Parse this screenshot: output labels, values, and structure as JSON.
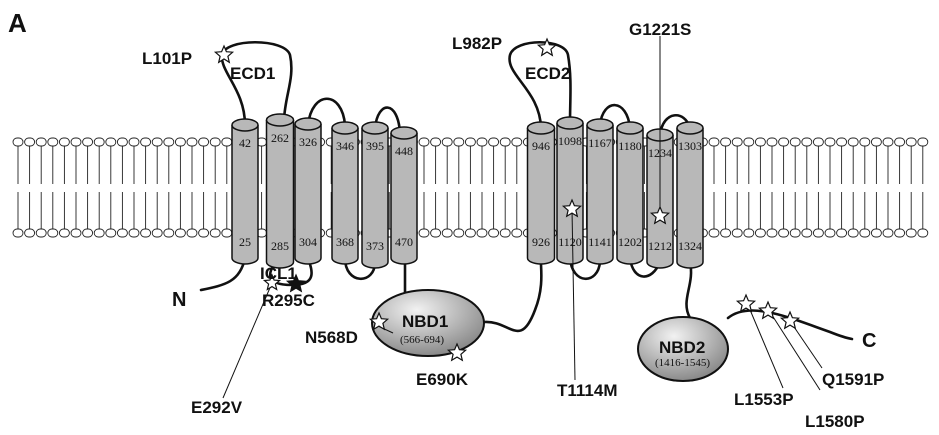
{
  "panel_label": "A",
  "terminals": {
    "n": "N",
    "c": "C"
  },
  "domains": {
    "ecd1": "ECD1",
    "ecd2": "ECD2",
    "icl1": "ICL1",
    "nbd1": {
      "name": "NBD1",
      "range": "(566-694)"
    },
    "nbd2": {
      "name": "NBD2",
      "range": "(1416-1545)"
    }
  },
  "helices": [
    {
      "top": "42",
      "bottom": "25"
    },
    {
      "top": "262",
      "bottom": "285"
    },
    {
      "top": "326",
      "bottom": "304"
    },
    {
      "top": "346",
      "bottom": "368"
    },
    {
      "top": "395",
      "bottom": "373"
    },
    {
      "top": "448",
      "bottom": "470"
    },
    {
      "top": "946",
      "bottom": "926"
    },
    {
      "top": "1098",
      "bottom": "1120"
    },
    {
      "top": "1167",
      "bottom": "1141"
    },
    {
      "top": "1180",
      "bottom": "1202"
    },
    {
      "top": "1234",
      "bottom": "1212"
    },
    {
      "top": "1303",
      "bottom": "1324"
    }
  ],
  "mutations": [
    {
      "id": "L101P",
      "solid": false
    },
    {
      "id": "L982P",
      "solid": false
    },
    {
      "id": "G1221S",
      "solid": false
    },
    {
      "id": "R295C",
      "solid": true
    },
    {
      "id": "E292V",
      "solid": false
    },
    {
      "id": "N568D",
      "solid": false
    },
    {
      "id": "E690K",
      "solid": false
    },
    {
      "id": "T1114M",
      "solid": false
    },
    {
      "id": "L1553P",
      "solid": false
    },
    {
      "id": "L1580P",
      "solid": false
    },
    {
      "id": "Q1591P",
      "solid": false
    }
  ],
  "colors": {
    "helix": "#b8b8b8",
    "membrane_head": "#ffffff",
    "nbd_fill": "#bdbdbd"
  }
}
